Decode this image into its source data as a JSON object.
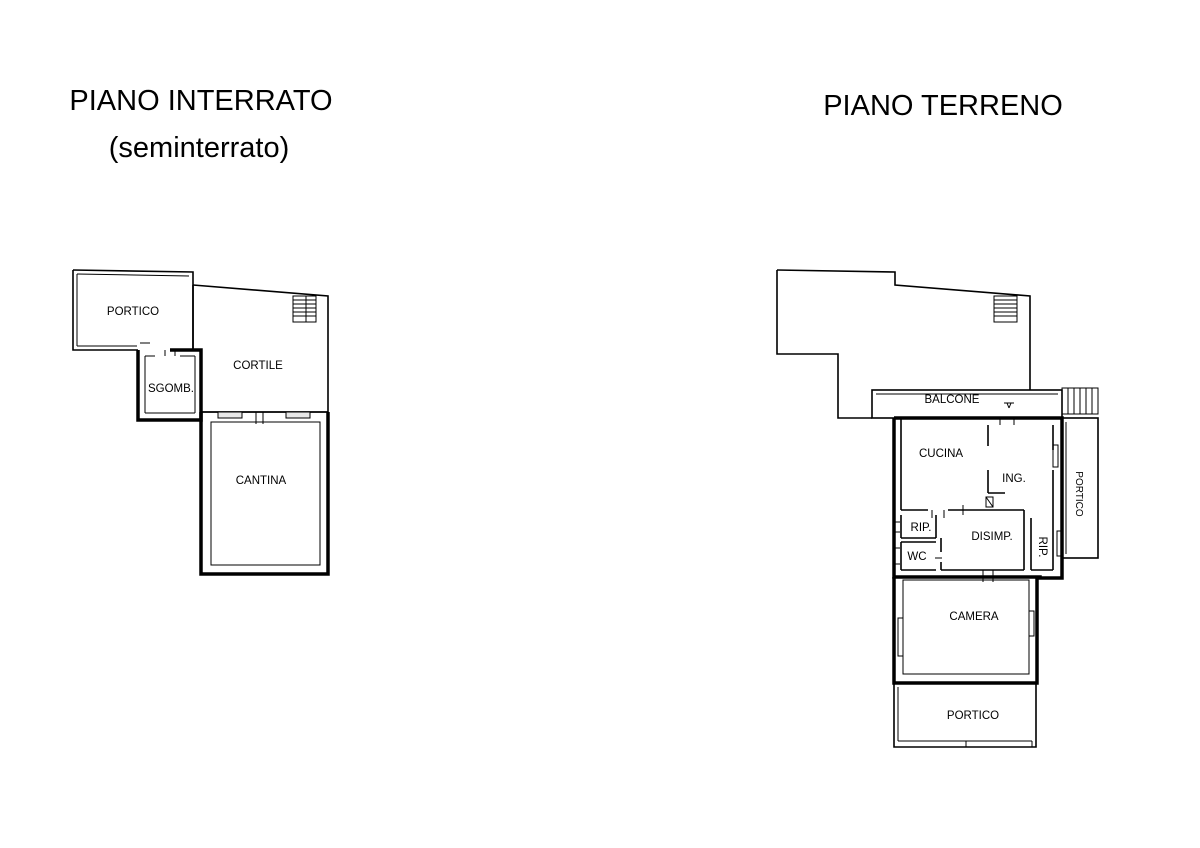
{
  "left_floor": {
    "title": "PIANO INTERRATO",
    "subtitle": "(seminterrato)",
    "rooms": {
      "portico": "PORTICO",
      "cortile": "CORTILE",
      "sgomb": "SGOMB.",
      "cantina": "CANTINA"
    }
  },
  "right_floor": {
    "title": "PIANO TERRENO",
    "rooms": {
      "balcone": "BALCONE",
      "cucina": "CUCINA",
      "ing": "ING.",
      "portico_side": "PORTICO",
      "rip_left": "RIP.",
      "disimp": "DISIMP.",
      "rip_right": "RIP.",
      "wc": "WC",
      "camera": "CAMERA",
      "portico_bottom": "PORTICO"
    }
  }
}
